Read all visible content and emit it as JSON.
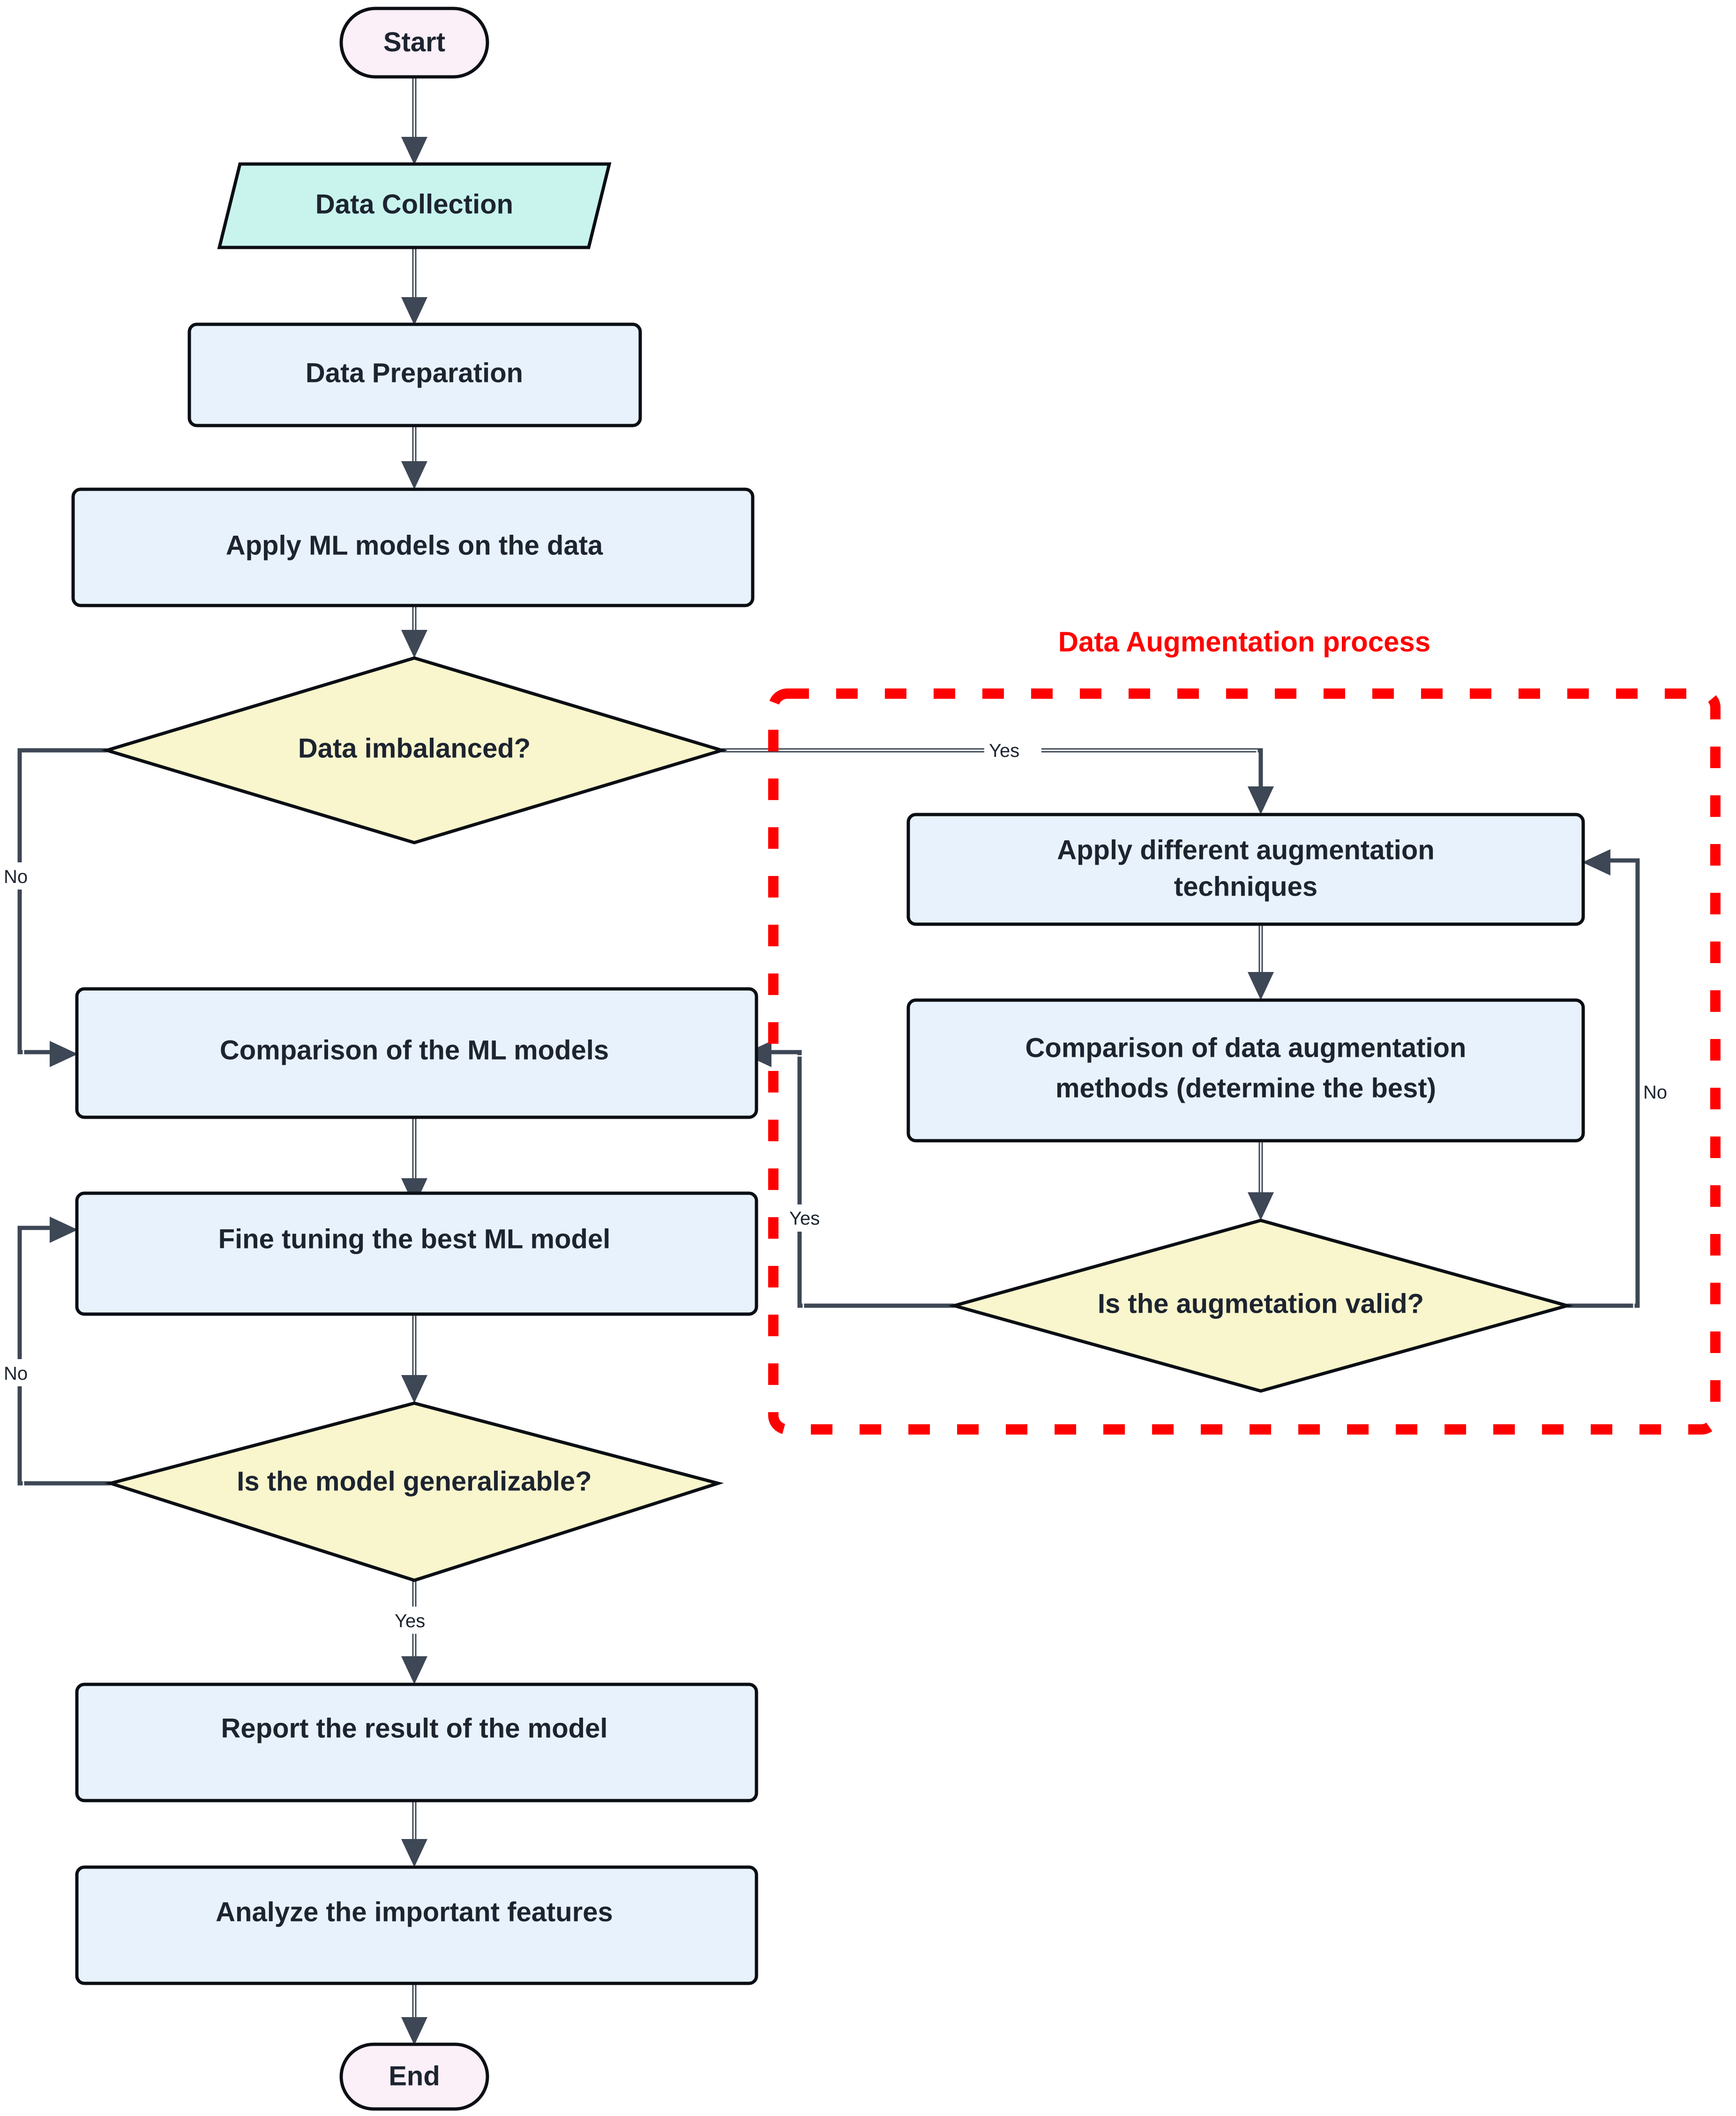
{
  "diagram": {
    "title_text": "Data Augmentation process",
    "colors": {
      "terminator_fill": "#fbeff8",
      "process_fill": "#e8f2fc",
      "data_fill": "#c9f4ee",
      "decision_fill": "#f9f6cd",
      "stroke": "#0b0f14",
      "edge": "#3d4755",
      "group_accent": "#ff0000",
      "text": "#1d2430"
    },
    "nodes": [
      {
        "id": "start",
        "label": "Start",
        "shape": "terminator"
      },
      {
        "id": "collect",
        "label": "Data Collection",
        "shape": "data"
      },
      {
        "id": "prepare",
        "label": "Data Preparation",
        "shape": "process"
      },
      {
        "id": "applyml",
        "label": "Apply ML models on the data",
        "shape": "process"
      },
      {
        "id": "imbalanced",
        "label": "Data imbalanced?",
        "shape": "decision"
      },
      {
        "id": "augtech",
        "label": "Apply different augmentation techniques",
        "shape": "process",
        "lines": [
          "Apply different augmentation",
          "techniques"
        ]
      },
      {
        "id": "augcompare",
        "label": "Comparison of data augmentation methods (determine the best)",
        "shape": "process",
        "lines": [
          "Comparison of data augmentation",
          "methods (determine the best)"
        ]
      },
      {
        "id": "augvalid",
        "label": "Is the augmetation valid?",
        "shape": "decision"
      },
      {
        "id": "mlcompare",
        "label": "Comparison of the ML models",
        "shape": "process"
      },
      {
        "id": "finetune",
        "label": "Fine tuning the best ML model",
        "shape": "process"
      },
      {
        "id": "generalize",
        "label": "Is the model generalizable?",
        "shape": "decision"
      },
      {
        "id": "report",
        "label": "Report the result of the model",
        "shape": "process"
      },
      {
        "id": "analyze",
        "label": "Analyze the important features",
        "shape": "process"
      },
      {
        "id": "end",
        "label": "End",
        "shape": "terminator"
      }
    ],
    "edges": [
      {
        "from": "start",
        "to": "collect",
        "label": ""
      },
      {
        "from": "collect",
        "to": "prepare",
        "label": ""
      },
      {
        "from": "prepare",
        "to": "applyml",
        "label": ""
      },
      {
        "from": "applyml",
        "to": "imbalanced",
        "label": ""
      },
      {
        "from": "imbalanced",
        "to": "augtech",
        "label": "Yes"
      },
      {
        "from": "imbalanced",
        "to": "mlcompare",
        "label": "No"
      },
      {
        "from": "augtech",
        "to": "augcompare",
        "label": ""
      },
      {
        "from": "augcompare",
        "to": "augvalid",
        "label": ""
      },
      {
        "from": "augvalid",
        "to": "mlcompare",
        "label": "Yes"
      },
      {
        "from": "augvalid",
        "to": "augtech",
        "label": "No"
      },
      {
        "from": "mlcompare",
        "to": "finetune",
        "label": ""
      },
      {
        "from": "finetune",
        "to": "generalize",
        "label": ""
      },
      {
        "from": "generalize",
        "to": "finetune",
        "label": "No"
      },
      {
        "from": "generalize",
        "to": "report",
        "label": "Yes"
      },
      {
        "from": "report",
        "to": "analyze",
        "label": ""
      },
      {
        "from": "analyze",
        "to": "end",
        "label": ""
      }
    ],
    "edge_labels": {
      "imbalanced_yes": "Yes",
      "imbalanced_no": "No",
      "augvalid_yes": "Yes",
      "augvalid_no": "No",
      "generalize_no": "No",
      "generalize_yes": "Yes"
    },
    "group": {
      "name": "Data Augmentation process",
      "members": [
        "augtech",
        "augcompare",
        "augvalid"
      ]
    }
  }
}
